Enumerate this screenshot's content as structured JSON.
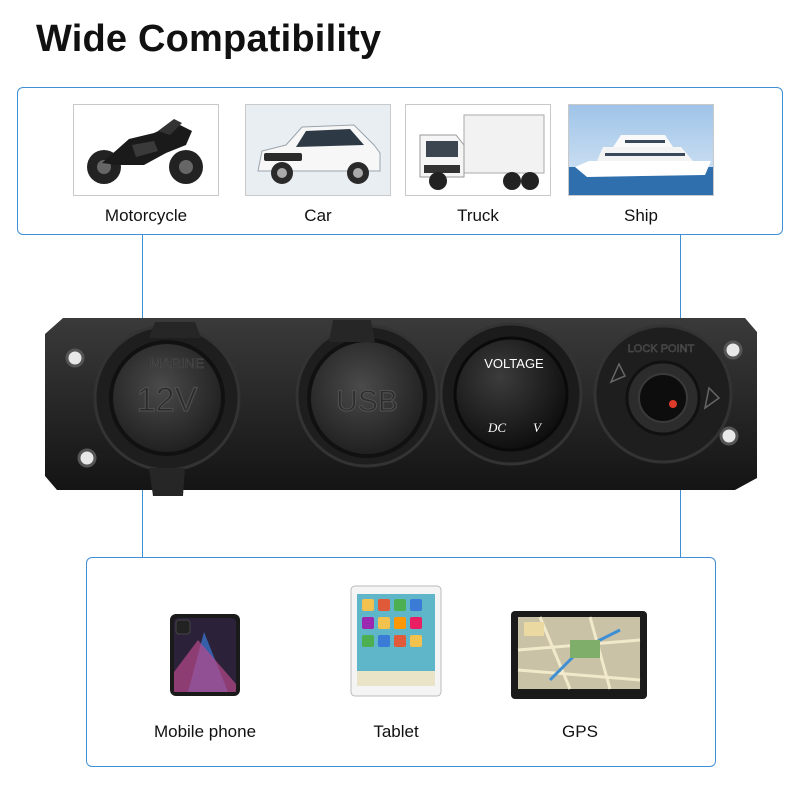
{
  "headline": "Wide Compatibility",
  "vehicles": [
    {
      "label": "Motorcycle",
      "icon": "motorcycle-icon"
    },
    {
      "label": "Car",
      "icon": "car-icon"
    },
    {
      "label": "Truck",
      "icon": "truck-icon"
    },
    {
      "label": "Ship",
      "icon": "ship-icon"
    }
  ],
  "devices": [
    {
      "label": "Mobile phone",
      "icon": "mobile-phone-icon"
    },
    {
      "label": "Tablet",
      "icon": "tablet-icon"
    },
    {
      "label": "GPS",
      "icon": "gps-icon"
    }
  ],
  "panel": {
    "socket_cap_text": "12V",
    "socket_ring_text": "MARINE",
    "usb_cap_text": "USB",
    "voltmeter_title": "VOLTAGE",
    "voltmeter_dc": "DC",
    "voltmeter_unit": "V",
    "switch_ring_text": "LOCK POINT"
  },
  "colors": {
    "accent_border": "#3f8fd4",
    "display_text": "#ffffff",
    "switch_led": "#e03a2a"
  }
}
